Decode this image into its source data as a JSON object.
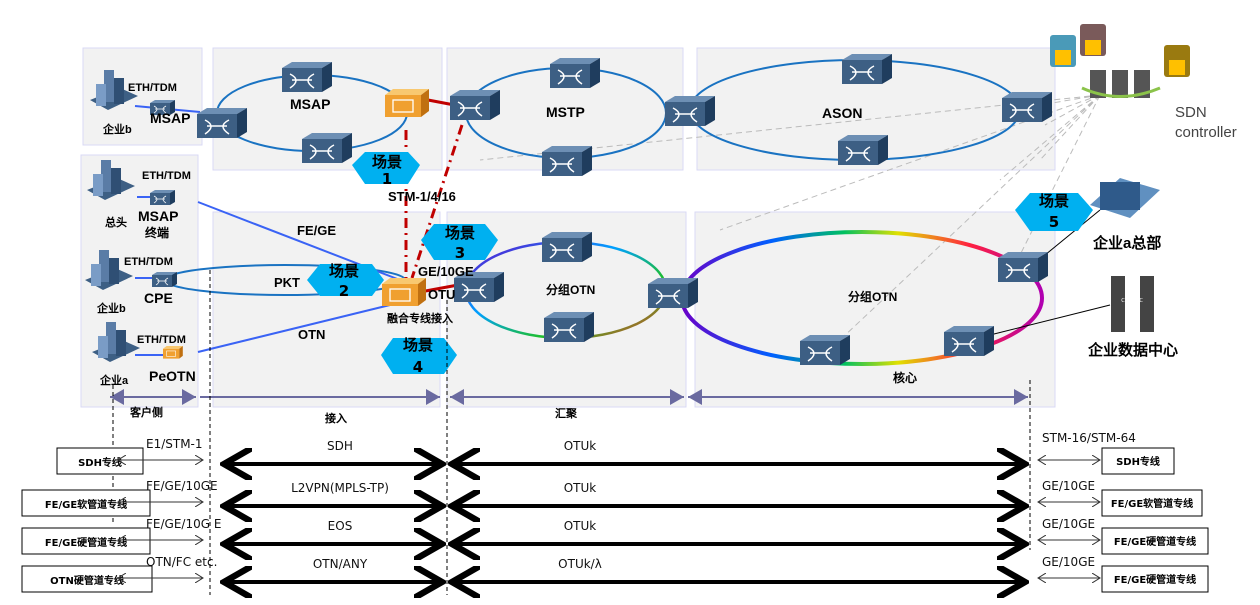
{
  "colors": {
    "panel": "#f2f2f2",
    "panel_border": "#d9d9f5",
    "ring": "#1a73c2",
    "access_link": "#3a63f5",
    "scenario": "#00b0f0",
    "red_link": "#c00000",
    "switch": "#3d5f84",
    "access_device": "#f0a030"
  },
  "top": {
    "enterprise_b_label": "企业b",
    "eth_tdm_1": "ETH/TDM",
    "msap_device": "MSAP",
    "msap_ring": "MSAP",
    "mstp_ring": "MSTP",
    "ason_ring": "ASON",
    "sdn_controller_line1": "SDN",
    "sdn_controller_line2": "controller"
  },
  "client": {
    "hq_label": "总头",
    "eth_tdm_2": "ETH/TDM",
    "msap_terminal_line1": "MSAP",
    "msap_terminal_line2": "终端",
    "enterprise_b2_label": "企业b",
    "eth_tdm_3": "ETH/TDM",
    "cpe": "CPE",
    "enterprise_a_label": "企业a",
    "eth_tdm_4": "ETH/TDM",
    "peotn": "PeOTN"
  },
  "links": {
    "fe_ge": "FE/GE",
    "pkt": "PKT",
    "otn": "OTN",
    "stm": "STM-1/4/16",
    "ge_10ge": "GE/10GE",
    "otu": "OTU",
    "converged_access": "融合专线接入"
  },
  "scenarios": [
    {
      "word": "场景",
      "num": "1"
    },
    {
      "word": "场景",
      "num": "2"
    },
    {
      "word": "场景",
      "num": "3"
    },
    {
      "word": "场景",
      "num": "4"
    },
    {
      "word": "场景",
      "num": "5"
    }
  ],
  "aggregation_ring": "分组OTN",
  "core_ring": "分组OTN",
  "right": {
    "hq_a": "企业a总部",
    "datacenter": "企业数据中心",
    "dc_sign": "CloudDC"
  },
  "segments": {
    "client": "客户侧",
    "access": "接入",
    "aggregation": "汇聚",
    "core": "核心"
  },
  "services": [
    {
      "left_box": "SDH专线",
      "left_if": "E1/STM-1",
      "access": "SDH",
      "transport": "OTUk",
      "right_if": "STM-16/STM-64",
      "right_box": "SDH专线"
    },
    {
      "left_box": "FE/GE软管道专线",
      "left_if": "FE/GE/10GE",
      "access": "L2VPN(MPLS-TP)",
      "transport": "OTUk",
      "right_if": "GE/10GE",
      "right_box": "FE/GE软管道专线"
    },
    {
      "left_box": "FE/GE硬管道专线",
      "left_if": "FE/GE/10G E",
      "access": "EOS",
      "transport": "OTUk",
      "right_if": "GE/10GE",
      "right_box": "FE/GE硬管道专线"
    },
    {
      "left_box": "OTN硬管道专线",
      "left_if": "OTN/FC etc.",
      "access": "OTN/ANY",
      "transport": "OTUk/λ",
      "right_if": "GE/10GE",
      "right_box": "FE/GE硬管道专线"
    }
  ]
}
